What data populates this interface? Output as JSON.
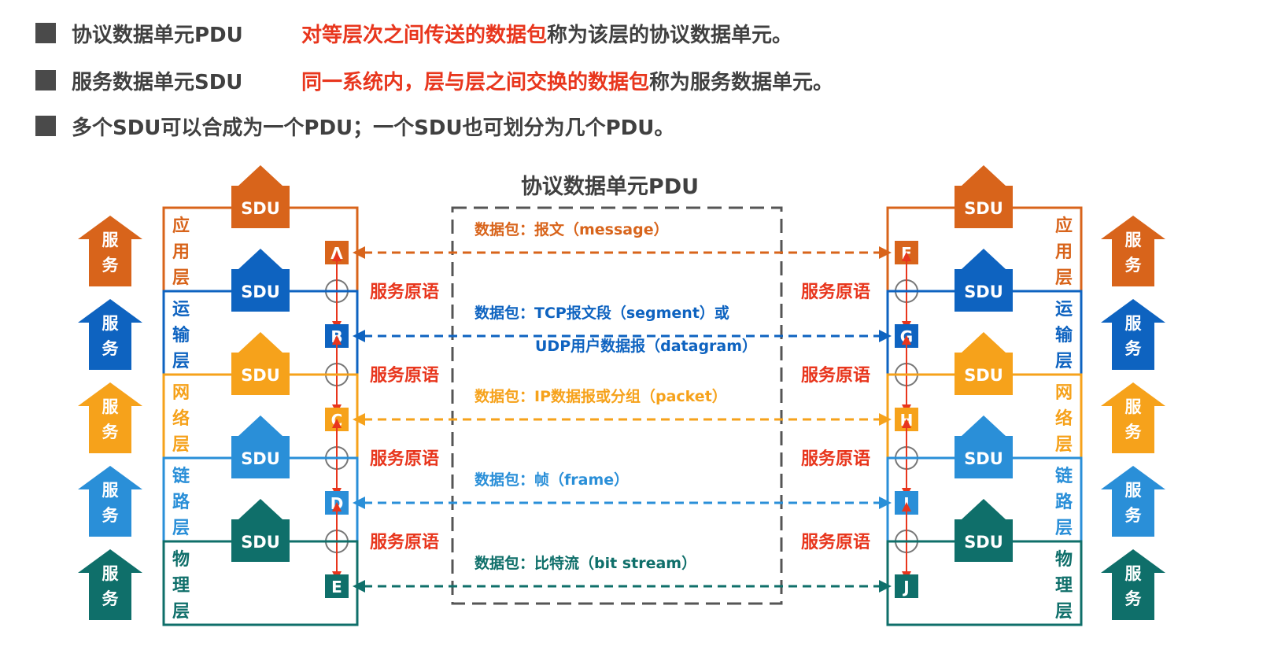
{
  "bullets": {
    "pdu": {
      "term": "协议数据单元PDU",
      "highlight": "对等层次之间传送的数据包",
      "rest": "称为该层的协议数据单元。"
    },
    "sdu": {
      "term": "服务数据单元SDU",
      "highlight": "同一系统内，层与层之间交换的数据包",
      "rest": "称为服务数据单元。"
    },
    "relation": {
      "text": "多个SDU可以合成为一个PDU；一个SDU也可划分为几个PDU。"
    }
  },
  "diagram": {
    "pdu_title": "协议数据单元PDU",
    "sdu_label": "SDU",
    "service_label": [
      "服",
      "务"
    ],
    "primitive_label": "服务原语",
    "layers": [
      {
        "name": [
          "应",
          "用",
          "层"
        ],
        "left_id": "A",
        "right_id": "F",
        "packet": "数据包：报文（message）",
        "packet2": "",
        "color": "#d8641b"
      },
      {
        "name": [
          "运",
          "输",
          "层"
        ],
        "left_id": "B",
        "right_id": "G",
        "packet": "数据包：TCP报文段（segment）或",
        "packet2": "UDP用户数据报（datagram）",
        "color": "#0e63c0"
      },
      {
        "name": [
          "网",
          "络",
          "层"
        ],
        "left_id": "C",
        "right_id": "H",
        "packet": "数据包：IP数据报或分组（packet）",
        "packet2": "",
        "color": "#f6a21b"
      },
      {
        "name": [
          "链",
          "路",
          "层"
        ],
        "left_id": "D",
        "right_id": "I",
        "packet": "数据包：帧（frame）",
        "packet2": "",
        "color": "#2a8fd8"
      },
      {
        "name": [
          "物",
          "理",
          "层"
        ],
        "left_id": "E",
        "right_id": "J",
        "packet": "数据包：比特流（bit stream）",
        "packet2": "",
        "color": "#0f6f6a"
      }
    ],
    "colors": {
      "primitive": "#e8361d",
      "divider": "#555555",
      "pdu_box": "#555555"
    }
  }
}
